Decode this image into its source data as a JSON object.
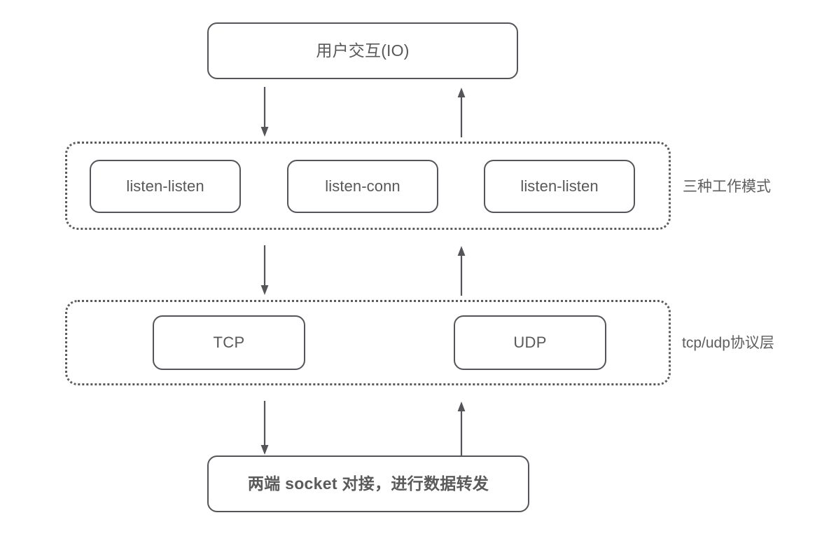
{
  "diagram": {
    "title_node": {
      "label": "用户交互(IO)"
    },
    "layers": [
      {
        "caption": "三种工作模式",
        "nodes": [
          {
            "label": "listen-listen"
          },
          {
            "label": "listen-conn"
          },
          {
            "label": "listen-listen"
          }
        ]
      },
      {
        "caption": "tcp/udp协议层",
        "nodes": [
          {
            "label": "TCP"
          },
          {
            "label": "UDP"
          }
        ]
      }
    ],
    "bottom_node": {
      "label": "两端 socket 对接，进行数据转发"
    },
    "arrows": [
      {
        "name": "io-to-modes",
        "direction": "down"
      },
      {
        "name": "modes-to-io",
        "direction": "up"
      },
      {
        "name": "modes-to-proto",
        "direction": "down"
      },
      {
        "name": "proto-to-modes",
        "direction": "up"
      },
      {
        "name": "proto-to-socket",
        "direction": "down"
      },
      {
        "name": "socket-to-proto",
        "direction": "up"
      }
    ],
    "colors": {
      "stroke": "#55545a",
      "text": "#585858",
      "background": "#ffffff"
    }
  }
}
